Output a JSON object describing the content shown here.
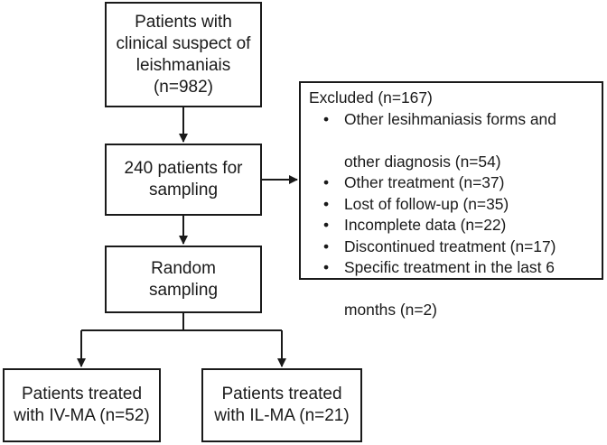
{
  "nodes": {
    "suspect": {
      "lines": [
        "Patients with",
        "clinical suspect of",
        "leishmaniais",
        "(n=982)"
      ]
    },
    "sampling": {
      "lines": [
        "240 patients for",
        "sampling"
      ]
    },
    "random": {
      "lines": [
        "Random",
        "sampling"
      ]
    },
    "iv": {
      "lines": [
        "Patients treated",
        "with IV-MA (n=52)"
      ]
    },
    "il": {
      "lines": [
        "Patients treated",
        "with IL-MA (n=21)"
      ]
    }
  },
  "excluded": {
    "title": "Excluded (n=167)",
    "items": [
      [
        "Other lesihmaniasis forms and",
        "other diagnosis (n=54)"
      ],
      [
        "Other treatment (n=37)"
      ],
      [
        "Lost of follow-up (n=35)"
      ],
      [
        "Incomplete data (n=22)"
      ],
      [
        "Discontinued treatment (n=17)"
      ],
      [
        "Specific treatment in the last 6",
        "months (n=2)"
      ]
    ]
  },
  "edges": [
    {
      "from": "suspect",
      "to": "sampling"
    },
    {
      "from": "sampling",
      "to": "random"
    },
    {
      "from": "sampling",
      "to": "excluded"
    },
    {
      "from": "random",
      "to": "iv"
    },
    {
      "from": "random",
      "to": "il"
    }
  ]
}
